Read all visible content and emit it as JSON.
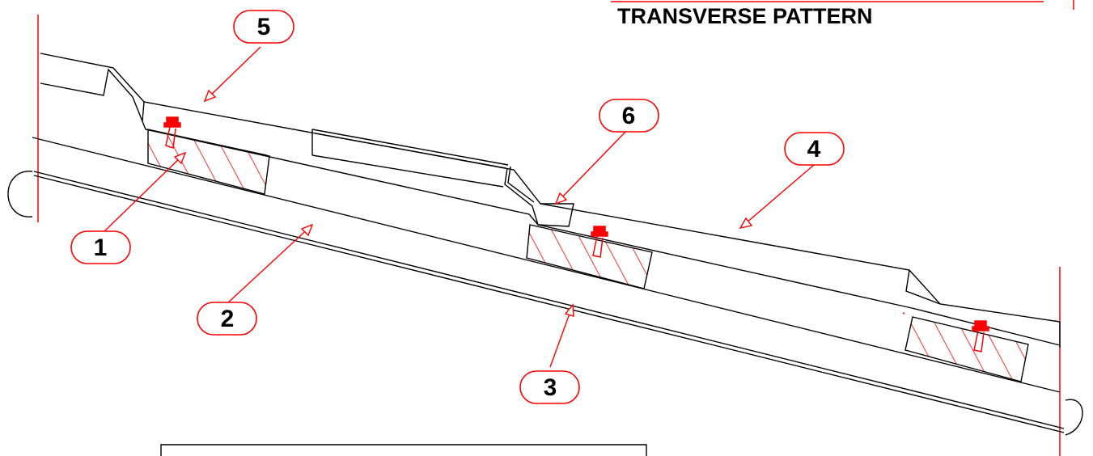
{
  "title": "TRANSVERSE PATTERN",
  "colors": {
    "ink": "#000000",
    "accent": "#ff0000",
    "background": "#ffffff"
  },
  "callouts": [
    {
      "label": "1"
    },
    {
      "label": "2"
    },
    {
      "label": "3"
    },
    {
      "label": "4"
    },
    {
      "label": "5"
    },
    {
      "label": "6"
    }
  ],
  "legend_box": {
    "text": ""
  }
}
